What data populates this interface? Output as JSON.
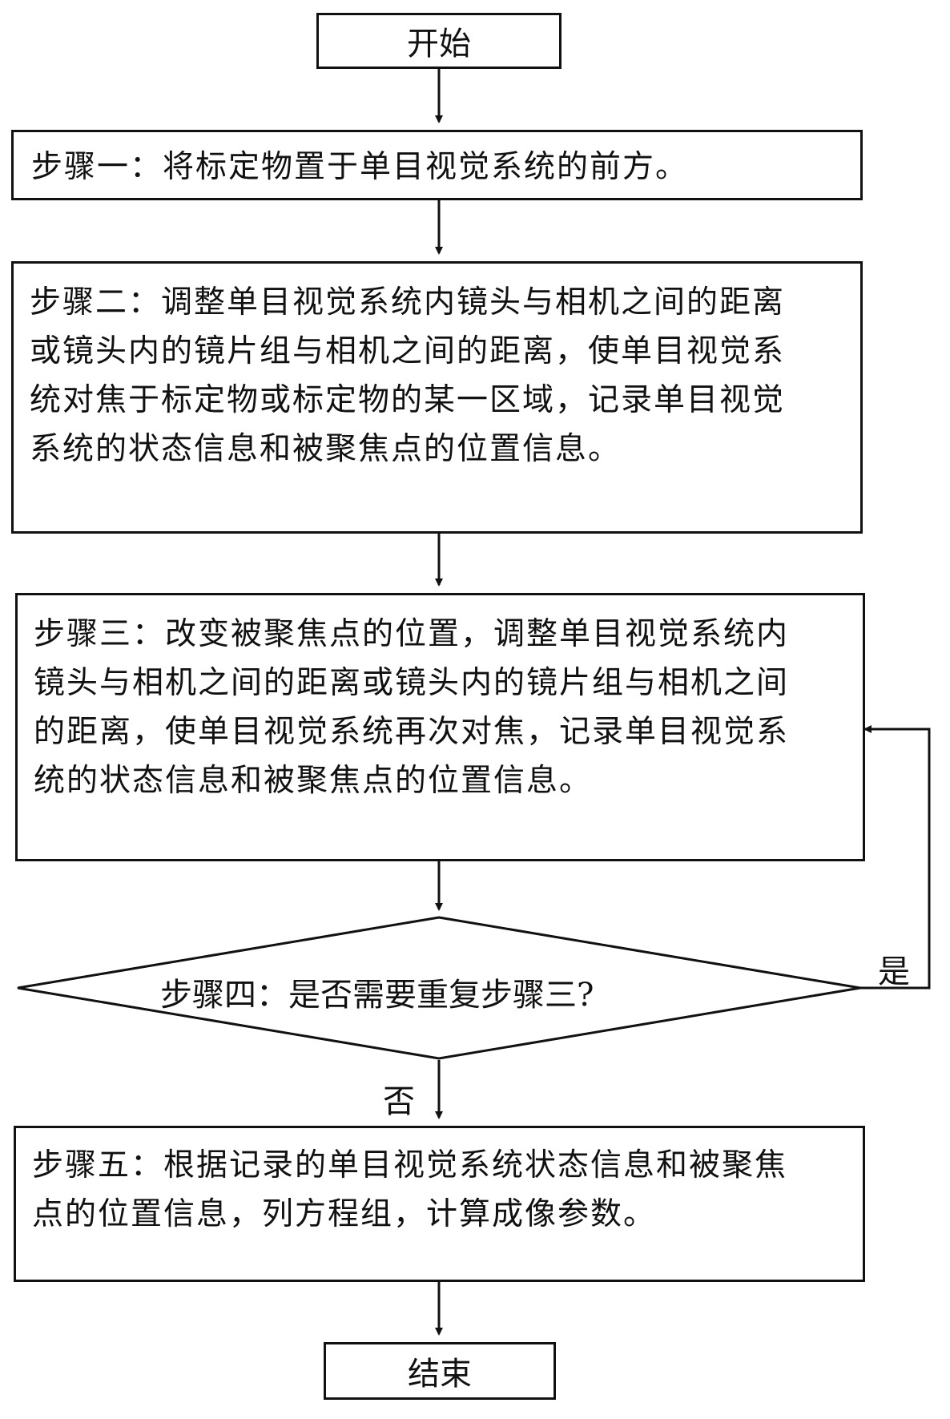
{
  "flowchart": {
    "start": "开始",
    "end": "结束",
    "step1": "步骤一：将标定物置于单目视觉系统的前方。",
    "step2": "步骤二：调整单目视觉系统内镜头与相机之间的距离或镜头内的镜片组与相机之间的距离，使单目视觉系统对焦于标定物或标定物的某一区域，记录单目视觉系统的状态信息和被聚焦点的位置信息。",
    "step3": "步骤三：改变被聚焦点的位置，调整单目视觉系统内镜头与相机之间的距离或镜头内的镜片组与相机之间的距离，使单目视觉系统再次对焦，记录单目视觉系统的状态信息和被聚焦点的位置信息。",
    "decision": "步骤四：是否需要重复步骤三?",
    "yes_label": "是",
    "no_label": "否",
    "step5": "步骤五：根据记录的单目视觉系统状态信息和被聚焦点的位置信息，列方程组，计算成像参数。"
  }
}
